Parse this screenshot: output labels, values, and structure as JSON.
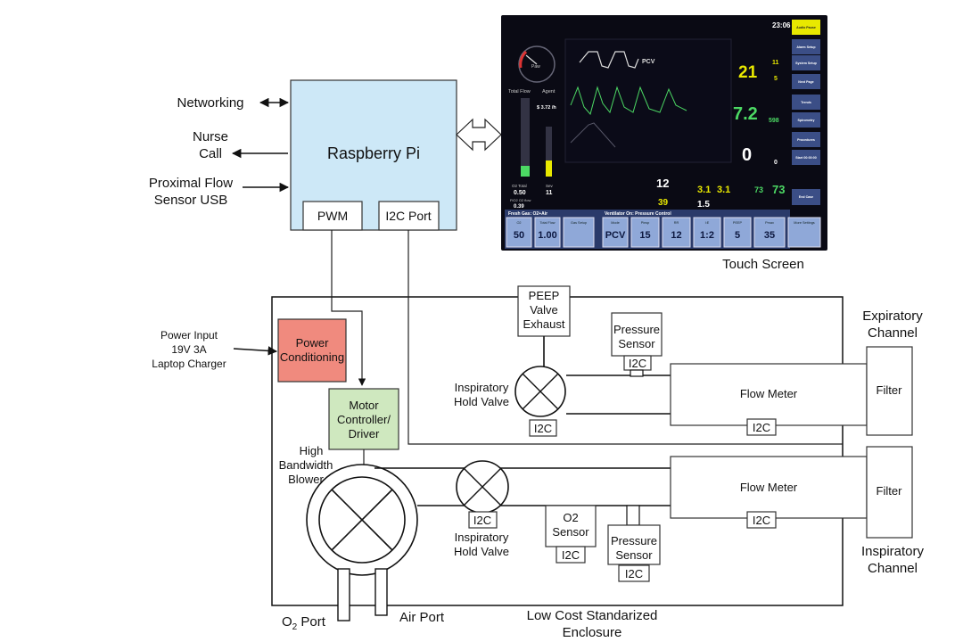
{
  "external": {
    "networking": "Networking",
    "nurse_call": [
      "Nurse",
      "Call"
    ],
    "proximal_flow": [
      "Proximal Flow",
      "Sensor USB"
    ],
    "power_input": [
      "Power Input",
      "19V 3A",
      "Laptop Charger"
    ]
  },
  "pi": {
    "title": "Raspberry Pi",
    "pwm": "PWM",
    "i2c_port": "I2C Port"
  },
  "screen_caption": "Touch Screen",
  "screen": {
    "clock": "23:06",
    "side_buttons": [
      "Audio Pause",
      "Alarm Setup",
      "System Setup",
      "Next Page",
      "Trends",
      "Spirometry",
      "Procedures",
      "Start 00:00:00",
      "End Case"
    ],
    "wave_label": "PCV",
    "gauge_value": "Paw",
    "total_flow": "Total Flow",
    "agent": "Agent",
    "flow_rate": "$ 3.72 /h",
    "o2_total_label": "O2 Total",
    "o2_total": "0.50",
    "sev_label": "Sev",
    "sev": "11",
    "fio2_label": "FiO2 O2 flow",
    "fio2": "0.39",
    "readouts": {
      "ppeak": "21",
      "pmean": "11",
      "peep": "5",
      "mv": "7.2",
      "tvexp": "598",
      "co2": "0",
      "fi": "0"
    },
    "mid": {
      "rr": "12",
      "sev1": "3.1",
      "sev2": "3.1",
      "o2a": "73",
      "o2b": "73",
      "compl": "39",
      "mac": "1.5"
    },
    "bottom_headers": [
      "Fresh Gas: O2+Air",
      "Ventilator On: Pressure Control"
    ],
    "bottom_tiles": [
      {
        "name": "O2",
        "value": "50"
      },
      {
        "name": "Total Flow",
        "value": "1.00"
      },
      {
        "name": "Gas Setup",
        "value": ""
      },
      {
        "name": "Mode",
        "value": "PCV"
      },
      {
        "name": "Pinsp",
        "value": "15"
      },
      {
        "name": "RR",
        "value": "12"
      },
      {
        "name": "I:E",
        "value": "1:2"
      },
      {
        "name": "PEEP",
        "value": "5"
      },
      {
        "name": "Pmax",
        "value": "35"
      },
      {
        "name": "More Settings",
        "value": ""
      }
    ]
  },
  "components": {
    "power_conditioning": [
      "Power",
      "Conditioning"
    ],
    "motor_controller": [
      "Motor",
      "Controller/",
      "Driver"
    ],
    "blower_label": [
      "High",
      "Bandwidth",
      "Blower"
    ],
    "peep_valve": [
      "PEEP",
      "Valve",
      "Exhaust"
    ],
    "pressure_sensor_top": [
      "Pressure",
      "Sensor"
    ],
    "pressure_sensor_bottom": [
      "Pressure",
      "Sensor"
    ],
    "o2_sensor": [
      "O2",
      "Sensor"
    ],
    "flow_meter": "Flow Meter",
    "filter": "Filter",
    "insp_hold_top": [
      "Inspiratory",
      "Hold Valve"
    ],
    "insp_hold_bottom": [
      "Inspiratory",
      "Hold Valve"
    ],
    "i2c": "I2C",
    "expiratory_channel": [
      "Expiratory",
      "Channel"
    ],
    "inspiratory_channel": [
      "Inspiratory",
      "Channel"
    ],
    "o2_port": "O",
    "o2_port_sub": "2",
    "o2_port_tail": " Port",
    "air_port": "Air Port",
    "enclosure": [
      "Low Cost Standarized",
      "Enclosure"
    ]
  },
  "colors": {
    "pi_fill": "#cde8f7",
    "power_fill": "#f08a7e",
    "motor_fill": "#cfe8bf",
    "screen_bg": "#0a0a14",
    "screen_yellow": "#e8e800",
    "screen_green": "#4cd964",
    "screen_tile": "#8fa8d8"
  }
}
